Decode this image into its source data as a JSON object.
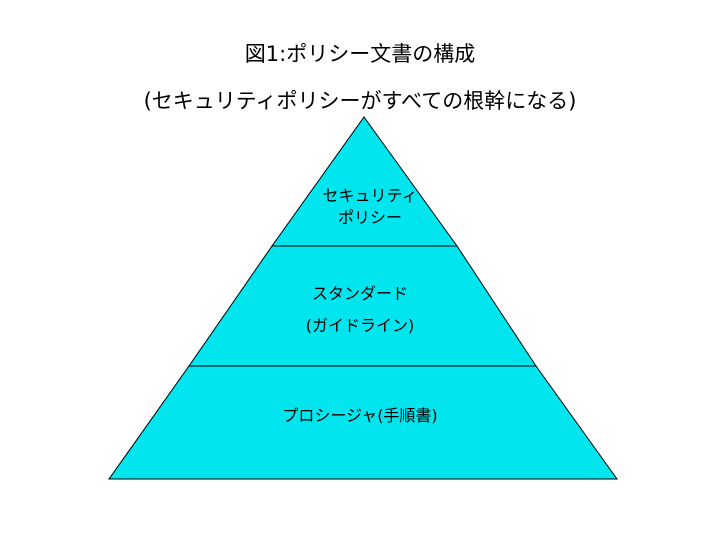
{
  "title": {
    "line1": "図1:ポリシー文書の構成",
    "line2": "(セキュリティポリシーがすべての根幹になる)"
  },
  "pyramid": {
    "fill_color": "#00e5ee",
    "stroke_color": "#000000",
    "layers": {
      "top": {
        "line1": "セキュリティ",
        "line2": "ポリシー"
      },
      "middle": {
        "line1": "スタンダード",
        "line2": "(ガイドライン)"
      },
      "bottom": {
        "line1": "プロシージャ(手順書)"
      }
    }
  }
}
